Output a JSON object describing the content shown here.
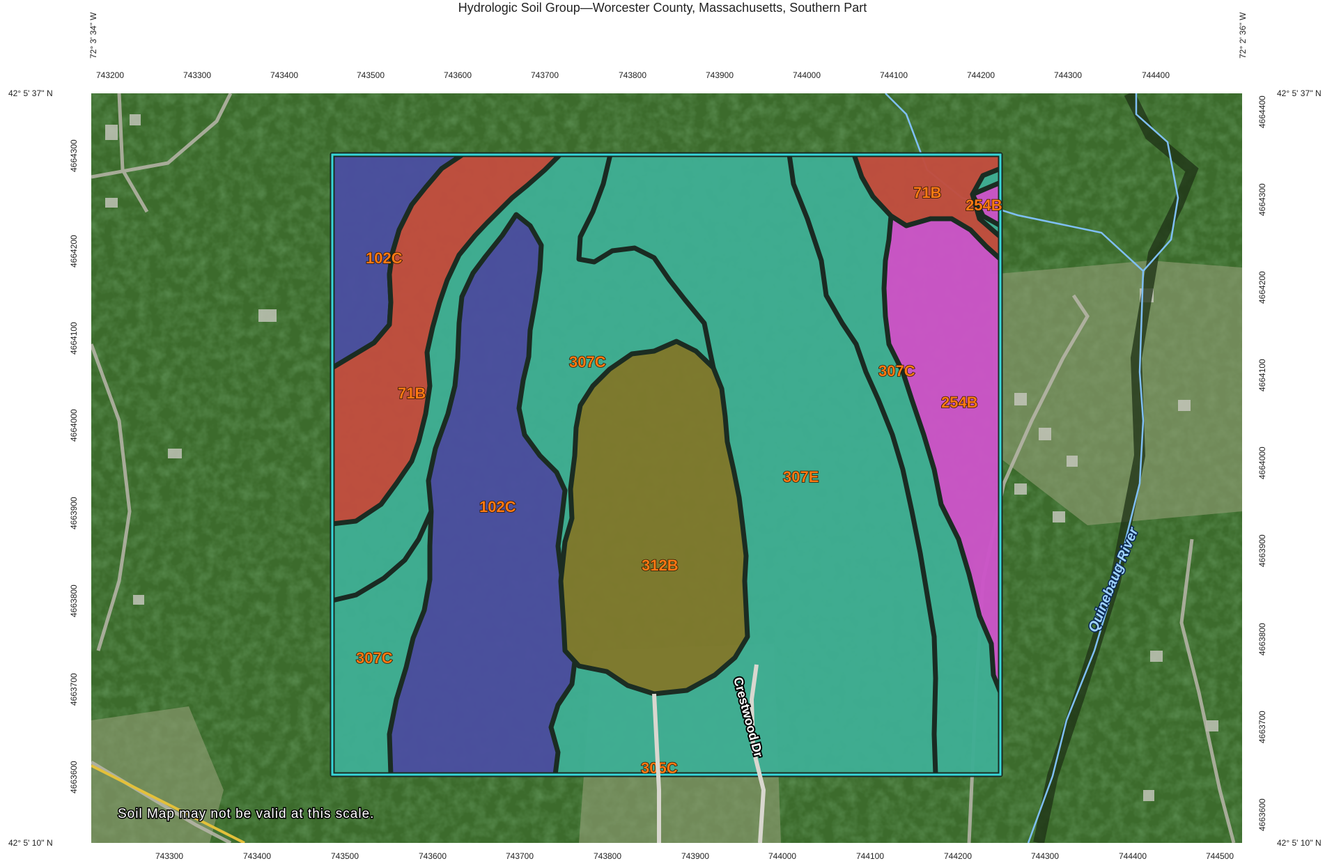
{
  "title": "Hydrologic Soil Group—Worcester County, Massachusetts, Southern Part",
  "corners": {
    "top_left": "42° 5' 37'' N",
    "top_right": "42° 5' 37'' N",
    "bottom_left": "42° 5' 10'' N",
    "bottom_right": "42° 5' 10'' N"
  },
  "longitudes": {
    "left": "72° 3' 34'' W",
    "right": "72° 2' 36'' W"
  },
  "easting_top": [
    "743200",
    "743300",
    "743400",
    "743500",
    "743600",
    "743700",
    "743800",
    "743900",
    "744000",
    "744100",
    "744200",
    "744300",
    "744400"
  ],
  "easting_bottom": [
    "743300",
    "743400",
    "743500",
    "743600",
    "743700",
    "743800",
    "743900",
    "744000",
    "744100",
    "744200",
    "744300",
    "744400",
    "744500"
  ],
  "northing_left": [
    "4664300",
    "4664200",
    "4664100",
    "4664000",
    "4663900",
    "4663800",
    "4663700",
    "4663600"
  ],
  "northing_right": [
    "4664400",
    "4664300",
    "4664200",
    "4664100",
    "4664000",
    "4663900",
    "4663800",
    "4663700",
    "4663600"
  ],
  "map": {
    "units": {
      "u102c_a": "102C",
      "u71b_a": "71B",
      "u307c_a": "307C",
      "u307c_b": "307C",
      "u102c_b": "102C",
      "u312b": "312B",
      "u307e": "307E",
      "u254b_a": "254B",
      "u71b_b": "71B",
      "u254b_b": "254B",
      "u307c_c": "307C",
      "u305c": "305C"
    },
    "road_label": "Crestwood Dr",
    "river_label": "Quinebaug River",
    "scale_note": "Soil Map may not be valid at this scale.",
    "colors": {
      "imagery": "#3c6b2c",
      "group_a": "#c14e3f",
      "group_b": "#4b4fa0",
      "group_c": "#3fae93",
      "group_cd": "#7f7a2e",
      "group_bd": "#cc55c8",
      "aoi_border": "#37d6d8",
      "water": "#7fbff5"
    }
  }
}
